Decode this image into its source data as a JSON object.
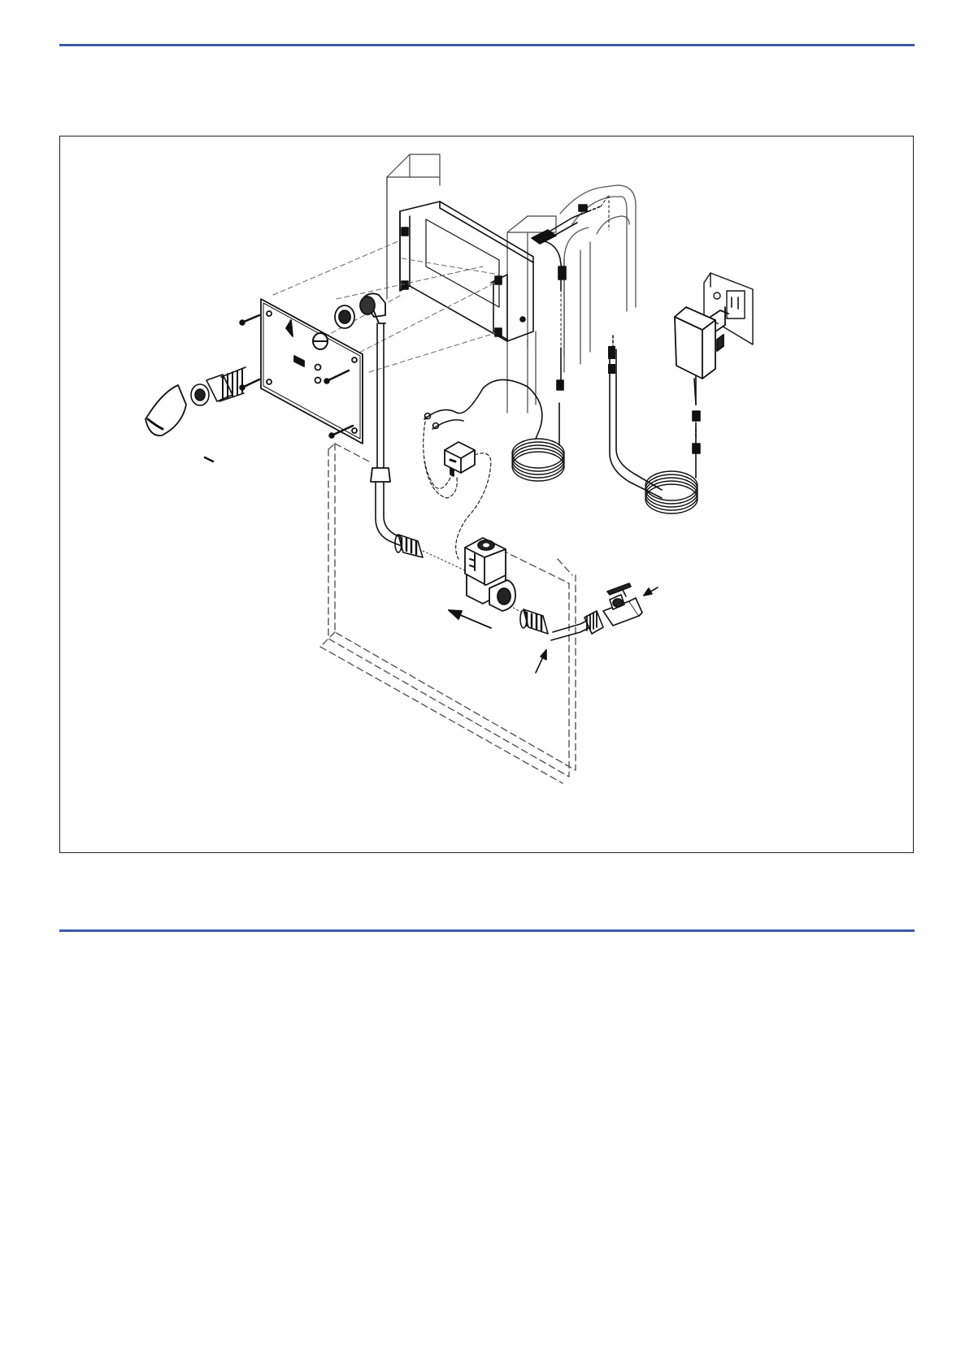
{
  "page": {
    "accent_color": "#3a5aa8"
  },
  "figure": {
    "type": "exploded installation diagram",
    "components": [
      "wall-studs",
      "mounting-bracket",
      "cover-plate",
      "spout-cone",
      "threaded-nipple",
      "flexible-hose",
      "solenoid-valve",
      "solenoid-connector",
      "ball-valve",
      "sensor-cable",
      "power-adapter",
      "wall-socket",
      "in-wall-box"
    ],
    "flow_direction_icon": "arrow-left-icon"
  }
}
